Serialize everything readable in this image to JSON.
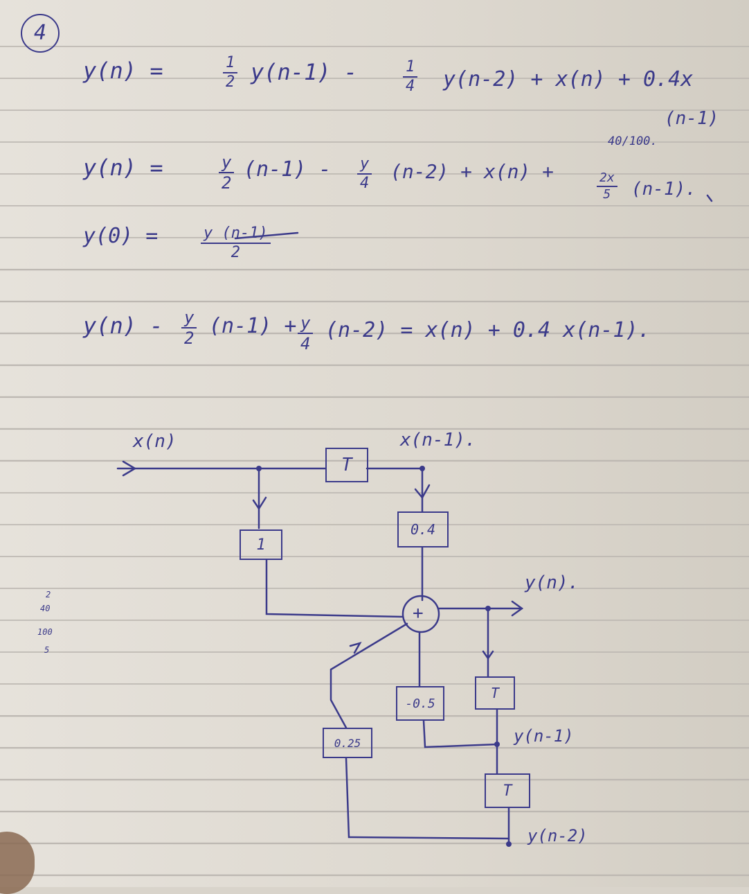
{
  "problem_number": "4",
  "equations": {
    "eq1": {
      "lhs": "y(n) =",
      "f1_num": "1",
      "f1_den": "2",
      "t1": "y(n-1) -",
      "f2_num": "1",
      "f2_den": "4",
      "t2": "y(n-2) + x(n) + 0.4x",
      "t3": "(n-1)"
    },
    "eq2": {
      "lhs": "y(n) =",
      "f1_num": "y",
      "f1_den": "2",
      "t1": "(n-1) -",
      "f2_num": "y",
      "f2_den": "4",
      "t2": "(n-2) + x(n) +",
      "note": "40/100.",
      "f3_num": "2x",
      "f3_den": "5",
      "t3": "(n-1)."
    },
    "eq3": {
      "lhs": "y(0) =",
      "f1_num": "y (n-1)",
      "f1_den": "2"
    },
    "eq4": {
      "lhs": "y(n) -",
      "f1_num": "y",
      "f1_den": "2",
      "t1": "(n-1) +",
      "f2_num": "y",
      "f2_den": "4",
      "t2": "(n-2) = x(n) + 0.4 x(n-1)."
    }
  },
  "margin_note": [
    "2",
    "40",
    "100",
    "5"
  ],
  "diagram": {
    "input_label": "x(n)",
    "delayed_input_label": "x(n-1).",
    "output_label": "y(n).",
    "y1_label": "y(n-1)",
    "y2_label": "y(n-2)",
    "delay_x": "T",
    "unity_gain": "1",
    "gain_x1": "0.4",
    "adder": "+",
    "gain_y1": "-0.5",
    "gain_y2": "0.25",
    "delay_y1": "T",
    "delay_y2": "T"
  },
  "colors": {
    "ink": "#3b3a8a",
    "paper": "#e2ddd5",
    "rule": "#bdb8b2"
  }
}
